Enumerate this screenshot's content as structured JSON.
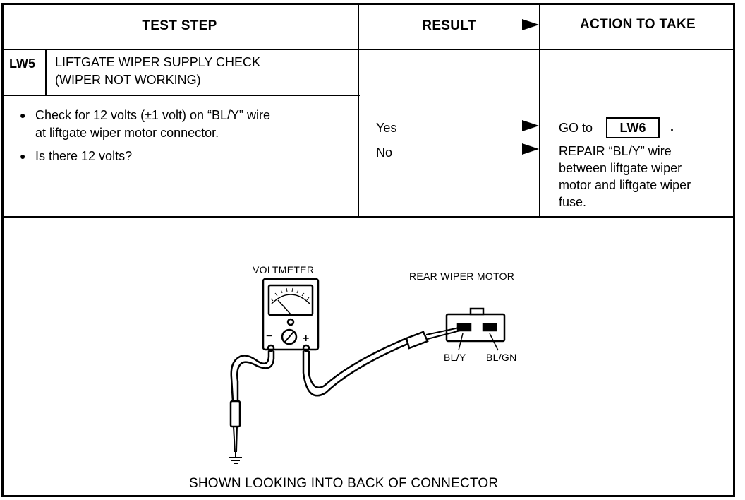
{
  "table": {
    "headers": {
      "test_step": "TEST STEP",
      "result": "RESULT",
      "action": "ACTION TO TAKE"
    },
    "step_id": "LW5",
    "step_title_line1": "LIFTGATE WIPER SUPPLY CHECK",
    "step_title_line2": "(WIPER NOT WORKING)",
    "instructions": [
      {
        "line1": "Check for 12 volts (±1 volt) on “BL/Y” wire",
        "line2": "at liftgate wiper motor connector."
      },
      {
        "line1": "Is there 12 volts?"
      }
    ],
    "results": {
      "yes": "Yes",
      "no": "No"
    },
    "actions": {
      "yes_prefix": "GO to",
      "yes_ref": "LW6",
      "yes_suffix": ".",
      "no_lines": [
        "REPAIR “BL/Y” wire",
        "between liftgate wiper",
        "motor and liftgate wiper",
        "fuse."
      ]
    }
  },
  "diagram": {
    "voltmeter_label": "VOLTMETER",
    "motor_label": "REAR WIPER MOTOR",
    "pin1_label": "BL/Y",
    "pin2_label": "BL/GN",
    "minus": "−",
    "plus": "+",
    "caption": "SHOWN LOOKING INTO BACK OF CONNECTOR"
  }
}
